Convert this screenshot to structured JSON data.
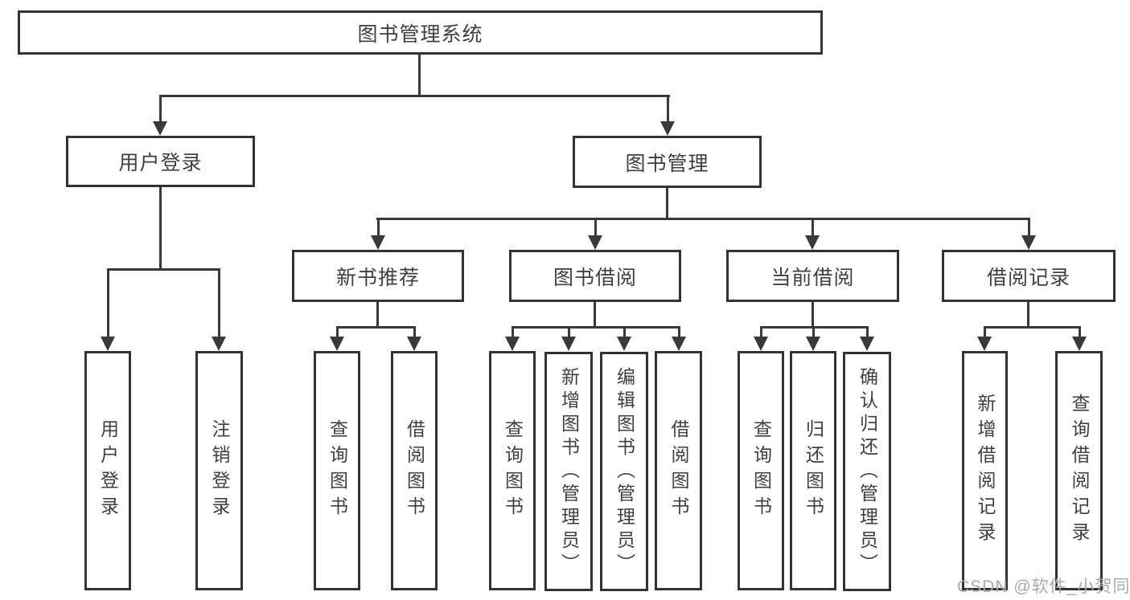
{
  "tree": {
    "root": {
      "label": "图书管理系统"
    },
    "branches": [
      {
        "label": "用户登录",
        "children": [
          {
            "label": "用户登录"
          },
          {
            "label": "注销登录"
          }
        ]
      },
      {
        "label": "图书管理",
        "children": [
          {
            "label": "新书推荐",
            "children": [
              {
                "label": "查询图书"
              },
              {
                "label": "借阅图书"
              }
            ]
          },
          {
            "label": "图书借阅",
            "children": [
              {
                "label": "查询图书"
              },
              {
                "label": "新增图书（管理员）"
              },
              {
                "label": "编辑图书（管理员）"
              },
              {
                "label": "借阅图书"
              }
            ]
          },
          {
            "label": "当前借阅",
            "children": [
              {
                "label": "查询图书"
              },
              {
                "label": "归还图书"
              },
              {
                "label": "确认归还（管理员）"
              }
            ]
          },
          {
            "label": "借阅记录",
            "children": [
              {
                "label": "新增借阅记录"
              },
              {
                "label": "查询借阅记录"
              }
            ]
          }
        ]
      }
    ]
  },
  "watermark": {
    "text": "CSDN @软件_小贺同学"
  },
  "colors": {
    "line": "#3a3a3a",
    "box_border": "#333333",
    "text": "#3f3f3f",
    "background": "#ffffff",
    "watermark": "#a9a9a9"
  }
}
